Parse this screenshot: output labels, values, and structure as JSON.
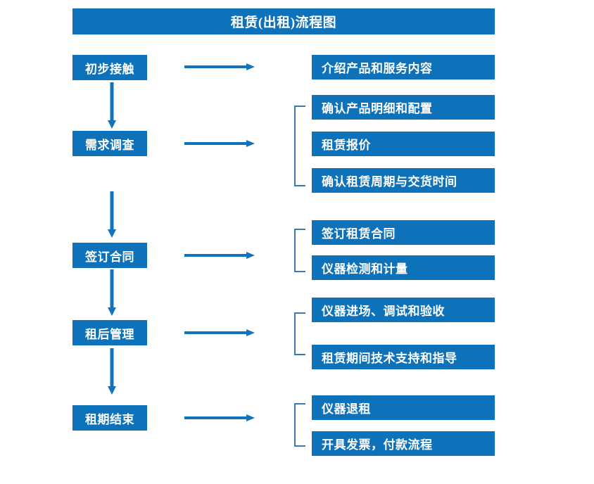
{
  "title": "租赁(出租)流程图",
  "colors": {
    "box_fill": "#0D72BA",
    "box_text": "#FFFFFF",
    "arrow": "#1073BC",
    "bracket": "#3C78B4",
    "background": "#FFFFFF"
  },
  "stages": [
    {
      "label": "初步接触",
      "arrow_name": "arrow-to-group-1"
    },
    {
      "label": "需求调查",
      "arrow_name": "arrow-to-group-2"
    },
    {
      "label": "签订合同",
      "arrow_name": "arrow-to-group-3"
    },
    {
      "label": "租后管理",
      "arrow_name": "arrow-to-group-4"
    },
    {
      "label": "租期结束",
      "arrow_name": "arrow-to-group-5"
    }
  ],
  "groups": [
    {
      "bracket": false,
      "items": [
        {
          "label": "介绍产品和服务内容"
        }
      ]
    },
    {
      "bracket": true,
      "items": [
        {
          "label": "确认产品明细和配置"
        },
        {
          "label": "租赁报价"
        },
        {
          "label": "确认租赁周期与交货时间"
        }
      ]
    },
    {
      "bracket": true,
      "items": [
        {
          "label": "签订租赁合同"
        },
        {
          "label": "仪器检测和计量"
        }
      ]
    },
    {
      "bracket": true,
      "items": [
        {
          "label": "仪器进场、调试和验收"
        },
        {
          "label": "租赁期间技术支持和指导"
        }
      ]
    },
    {
      "bracket": true,
      "items": [
        {
          "label": "仪器退租"
        },
        {
          "label": "开具发票，付款流程"
        }
      ]
    }
  ],
  "connectors": {
    "down_arrows": [
      {
        "name": "down-arrow-1-to-2"
      },
      {
        "name": "down-arrow-2-to-3"
      },
      {
        "name": "down-arrow-3-to-4"
      },
      {
        "name": "down-arrow-4-to-5"
      }
    ]
  }
}
